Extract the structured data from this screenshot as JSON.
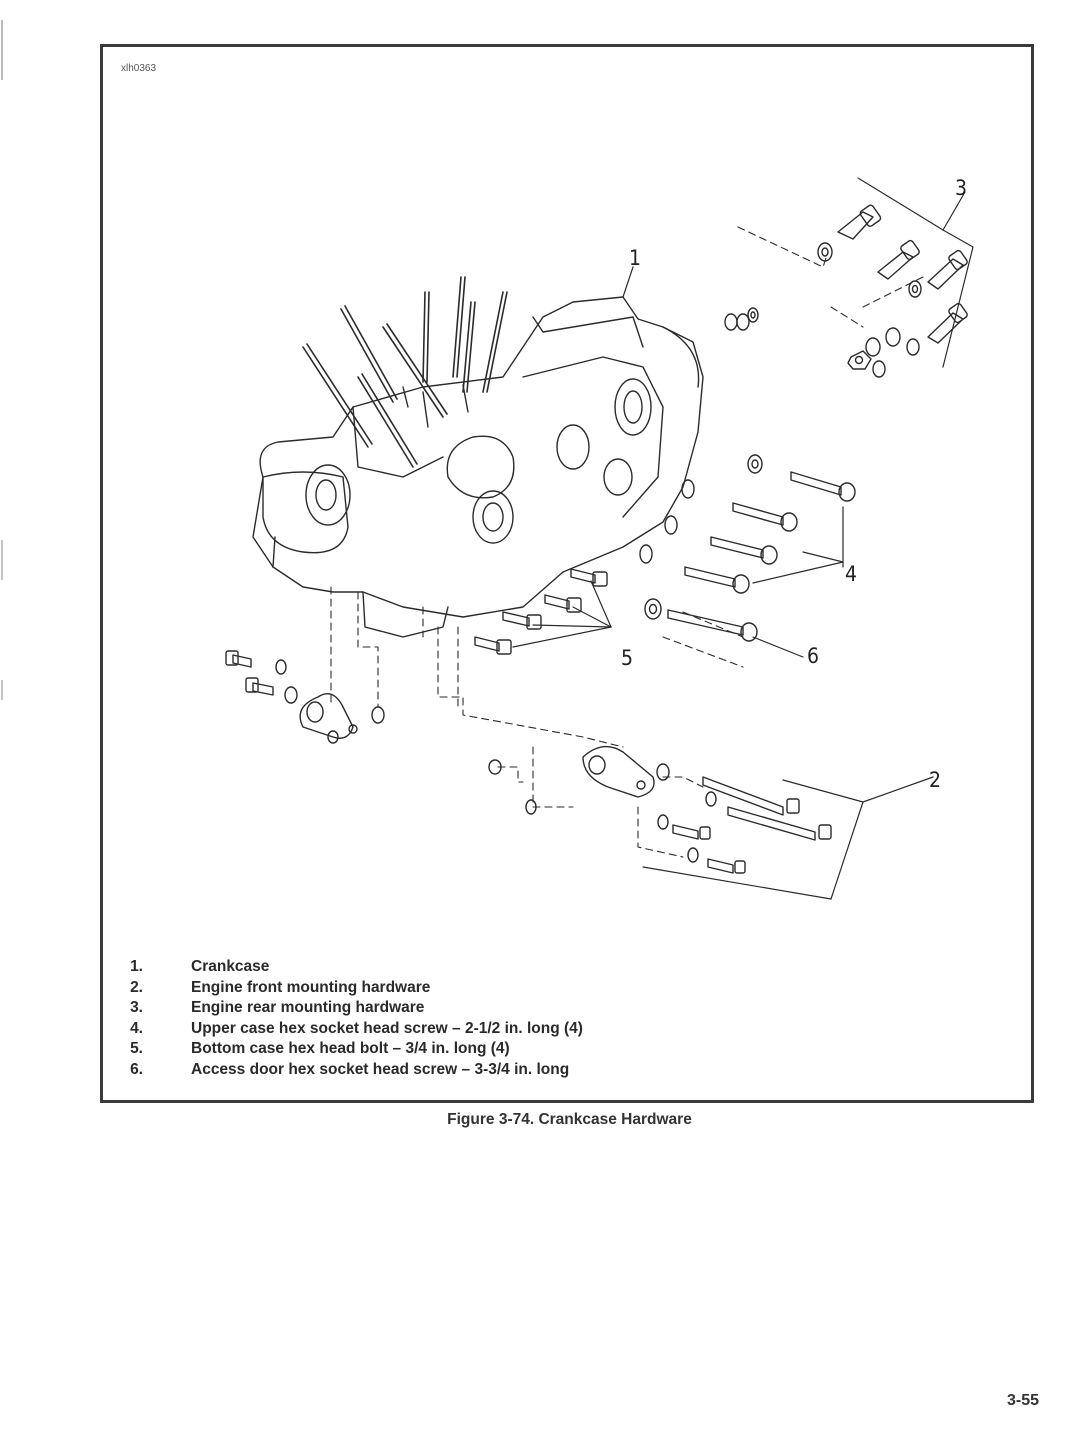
{
  "figure": {
    "image_id": "xlh0363",
    "callouts": [
      "1",
      "2",
      "3",
      "4",
      "5",
      "6"
    ],
    "legend": [
      {
        "num": "1.",
        "text": "Crankcase"
      },
      {
        "num": "2.",
        "text": "Engine front mounting hardware"
      },
      {
        "num": "3.",
        "text": "Engine rear mounting hardware"
      },
      {
        "num": "4.",
        "text": "Upper case hex socket head screw – 2-1/2 in. long (4)"
      },
      {
        "num": "5.",
        "text": "Bottom case hex head bolt – 3/4 in. long (4)"
      },
      {
        "num": "6.",
        "text": "Access door hex socket head screw – 3-3/4 in. long"
      }
    ],
    "caption": "Figure 3-74. Crankcase Hardware"
  },
  "page": {
    "number": "3-55"
  }
}
